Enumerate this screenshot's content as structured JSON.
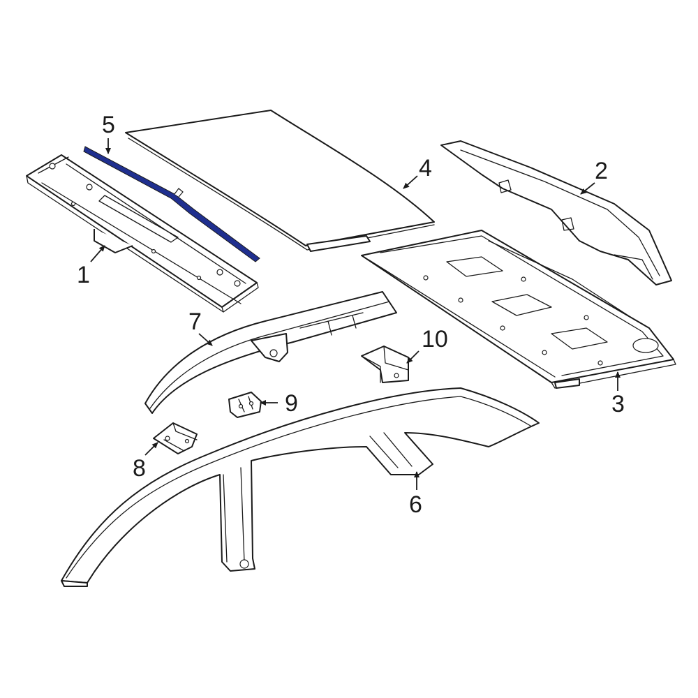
{
  "callouts": {
    "c1": "1",
    "c2": "2",
    "c3": "3",
    "c4": "4",
    "c5": "5",
    "c6": "6",
    "c7": "7",
    "c8": "8",
    "c9": "9",
    "c10": "10"
  },
  "colors": {
    "line": "#1a1a1a",
    "highlight": "#1f2f8f",
    "background": "#ffffff"
  }
}
